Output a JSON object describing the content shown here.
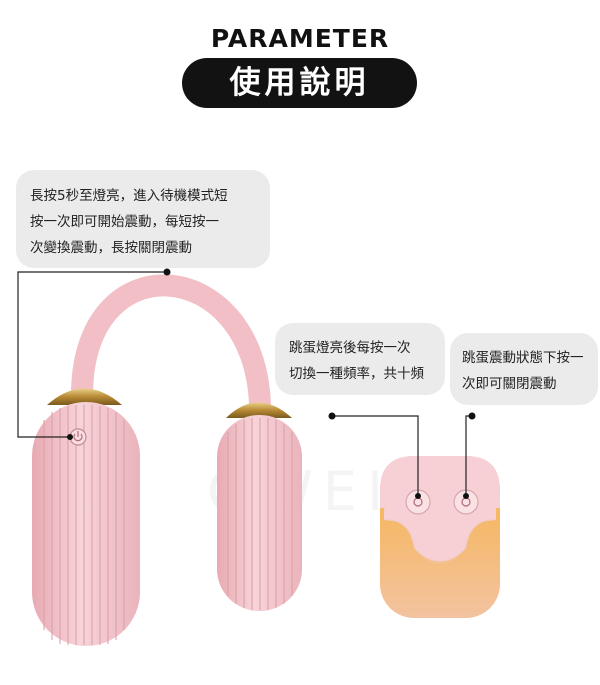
{
  "header": {
    "title_en": "PARAMETER",
    "title_cn": "使用說明"
  },
  "callouts": {
    "power": {
      "lines": [
        "長按5秒至燈亮，進入待機模式短",
        "按一次即可開始震動，每短按一",
        "次變換震動，長按關閉震動"
      ]
    },
    "remote_mode": {
      "lines": [
        "跳蛋燈亮後每按一次",
        "切換一種頻率，共十頻"
      ]
    },
    "remote_pause": {
      "lines": [
        "跳蛋震動狀態下按一",
        "次即可關閉震動"
      ]
    }
  },
  "watermark": "OWEI",
  "colors": {
    "pink": "#f4c7cd",
    "pink_dark": "#e8aab3",
    "gold": "#c9a24a",
    "orange": "#f0a23a",
    "bubble": "#ebebeb"
  }
}
